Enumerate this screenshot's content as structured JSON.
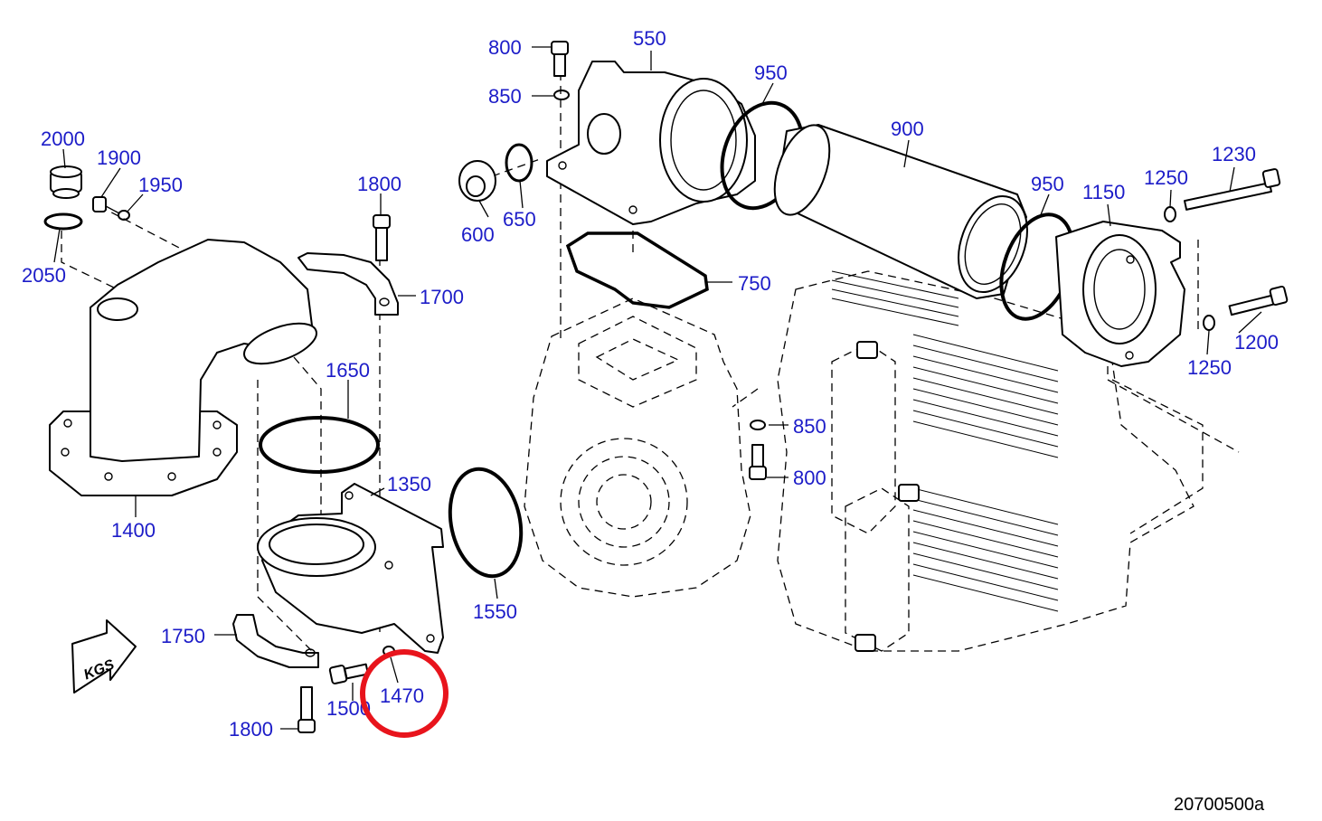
{
  "labels": {
    "l800a": "800",
    "l550": "550",
    "l950a": "950",
    "l850a": "850",
    "l2000": "2000",
    "l1900": "1900",
    "l1950": "1950",
    "l900": "900",
    "l1230": "1230",
    "l1800a": "1800",
    "l650": "650",
    "l600": "600",
    "l950b": "950",
    "l1150": "1150",
    "l1250a": "1250",
    "l2050": "2050",
    "l1700": "1700",
    "l750": "750",
    "l1200": "1200",
    "l1250b": "1250",
    "l1650": "1650",
    "l850b": "850",
    "l800b": "800",
    "l1350": "1350",
    "l1400": "1400",
    "l1550": "1550",
    "l1750": "1750",
    "l1470": "1470",
    "l1500": "1500",
    "l1800b": "1800"
  },
  "kgs_symbol": "KGS",
  "drawing_ref": "20700500a",
  "highlight_color": "#e8141c",
  "label_color": "#1c1cc8",
  "highlighted_part": "1470"
}
